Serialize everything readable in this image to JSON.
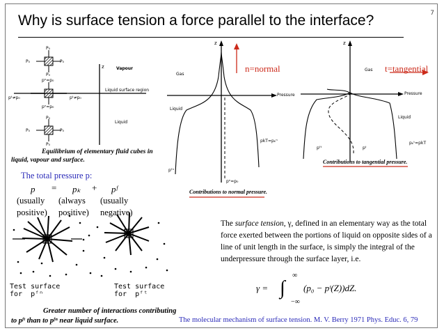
{
  "slide": {
    "page_number": "7",
    "title": "Why is surface tension a force parallel to the interface?"
  },
  "cubes_diagram": {
    "caption_line1": "Equilibrium of elementary fluid cubes in",
    "caption_line2": "liquid, vapour and surface.",
    "label_vapour": "Vapour",
    "label_liquid_surface_region": "Liquid surface region",
    "label_liquid": "Liquid",
    "label_z": "z",
    "p0": "P₀",
    "pn_eq": "pⁿ=p₀",
    "pt_left": "pᵗ≠p₀",
    "pt_right": "pᵗ≠p₀"
  },
  "normal_diagram": {
    "annotation": "n=normal",
    "gas": "Gas",
    "liquid": "Liquid",
    "pressure": "Pressure",
    "z": "z",
    "pkT": "pkT=pₖⁿ",
    "pn_eq": "pⁿ=p₀",
    "pfn": "pᶠⁿ",
    "caption": "Contributions to normal pressure."
  },
  "tangential_diagram": {
    "annotation": "t=tangential",
    "gas": "Gas",
    "liquid": "Liquid",
    "pressure": "Pressure",
    "z": "z",
    "pkt": "pₖᵗ=pkT",
    "pft": "pᶠᵗ",
    "pt": "pᵗ",
    "caption": "Contributions to tangential pressure."
  },
  "pressure_equation": {
    "label": "The total pressure p:",
    "p": "p",
    "eq": "=",
    "pk": "pₖ",
    "plus": "+",
    "pf": "pᶠ",
    "note1": "(usually\npositive)",
    "note2": "(always\npositive)",
    "note3": "(usually\nnegative)"
  },
  "interactions_diagram": {
    "test_surface_left": "Test surface\nfor  pᶠⁿ",
    "test_surface_right": "Test surface\nfor  pᶠᵗ",
    "caption_line1": "Greater number of interactions contributing",
    "caption_line2": "to pᶠᵗ than to pᶠⁿ near liquid surface."
  },
  "definition": {
    "text_part1": "The ",
    "term": "surface tension",
    "text_part2": ", γ, defined in an elementary way as the total force exerted between the portions of liquid on opposite sides of a line of unit length in the surface, is simply the integral of the underpressure through the surface layer, i.e.",
    "formula_lhs": "γ =",
    "formula_sup": "∞",
    "formula_sub": "−∞",
    "formula_body": "(p₀ − pᵗ(Z))dZ."
  },
  "citation": "The molecular mechanism of surface tension. M. V. Berry 1971 Phys. Educ. 6, 79",
  "colors": {
    "red": "#cc2a1a",
    "blue": "#2a2ab8",
    "text": "#000000"
  }
}
